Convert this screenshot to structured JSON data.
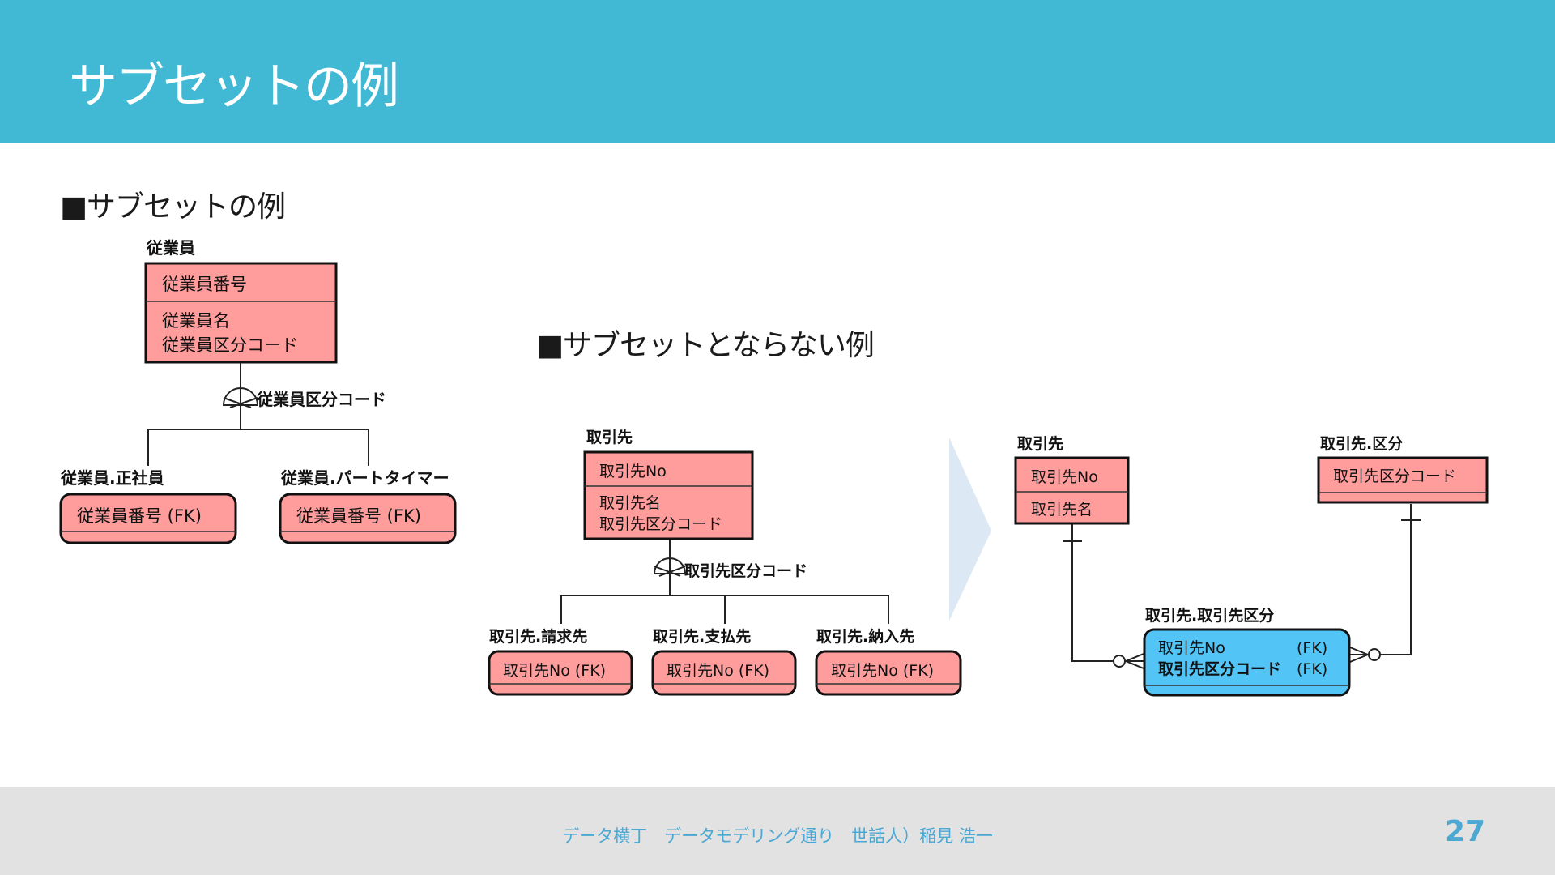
{
  "slide": {
    "title": "サブセットの例",
    "heading_subset": "■サブセットの例",
    "heading_not_subset": "■サブセットとならない例",
    "footer": "データ横丁　データモデリング通り　世話人）稲見 浩一",
    "page_number": "27"
  },
  "colors": {
    "header": "#41B9D4",
    "entity_fill": "#FF9C9C",
    "assoc_fill": "#52C4F5",
    "footer_bg": "#E2E2E2",
    "footer_text": "#4AA8D2",
    "arrow": "#DCE8F4"
  },
  "diagram1": {
    "entity": {
      "name": "従業員",
      "key": "従業員番号",
      "attrs": [
        "従業員名",
        "従業員区分コード"
      ]
    },
    "discriminator": "従業員区分コード",
    "subtypes": [
      {
        "name": "従業員.正社員",
        "attr": "従業員番号 (FK)"
      },
      {
        "name": "従業員.パートタイマー",
        "attr": "従業員番号 (FK)"
      }
    ]
  },
  "diagram2": {
    "entity": {
      "name": "取引先",
      "key": "取引先No",
      "attrs": [
        "取引先名",
        "取引先区分コード"
      ]
    },
    "discriminator": "取引先区分コード",
    "subtypes": [
      {
        "name": "取引先.請求先",
        "attr": "取引先No (FK)"
      },
      {
        "name": "取引先.支払先",
        "attr": "取引先No (FK)"
      },
      {
        "name": "取引先.納入先",
        "attr": "取引先No (FK)"
      }
    ]
  },
  "diagram3": {
    "entity_a": {
      "name": "取引先",
      "key": "取引先No",
      "attr": "取引先名"
    },
    "entity_b": {
      "name": "取引先.区分",
      "key": "取引先区分コード"
    },
    "assoc": {
      "name": "取引先.取引先区分",
      "lines": [
        "取引先No",
        "取引先区分コード"
      ],
      "fk": "(FK)"
    }
  }
}
